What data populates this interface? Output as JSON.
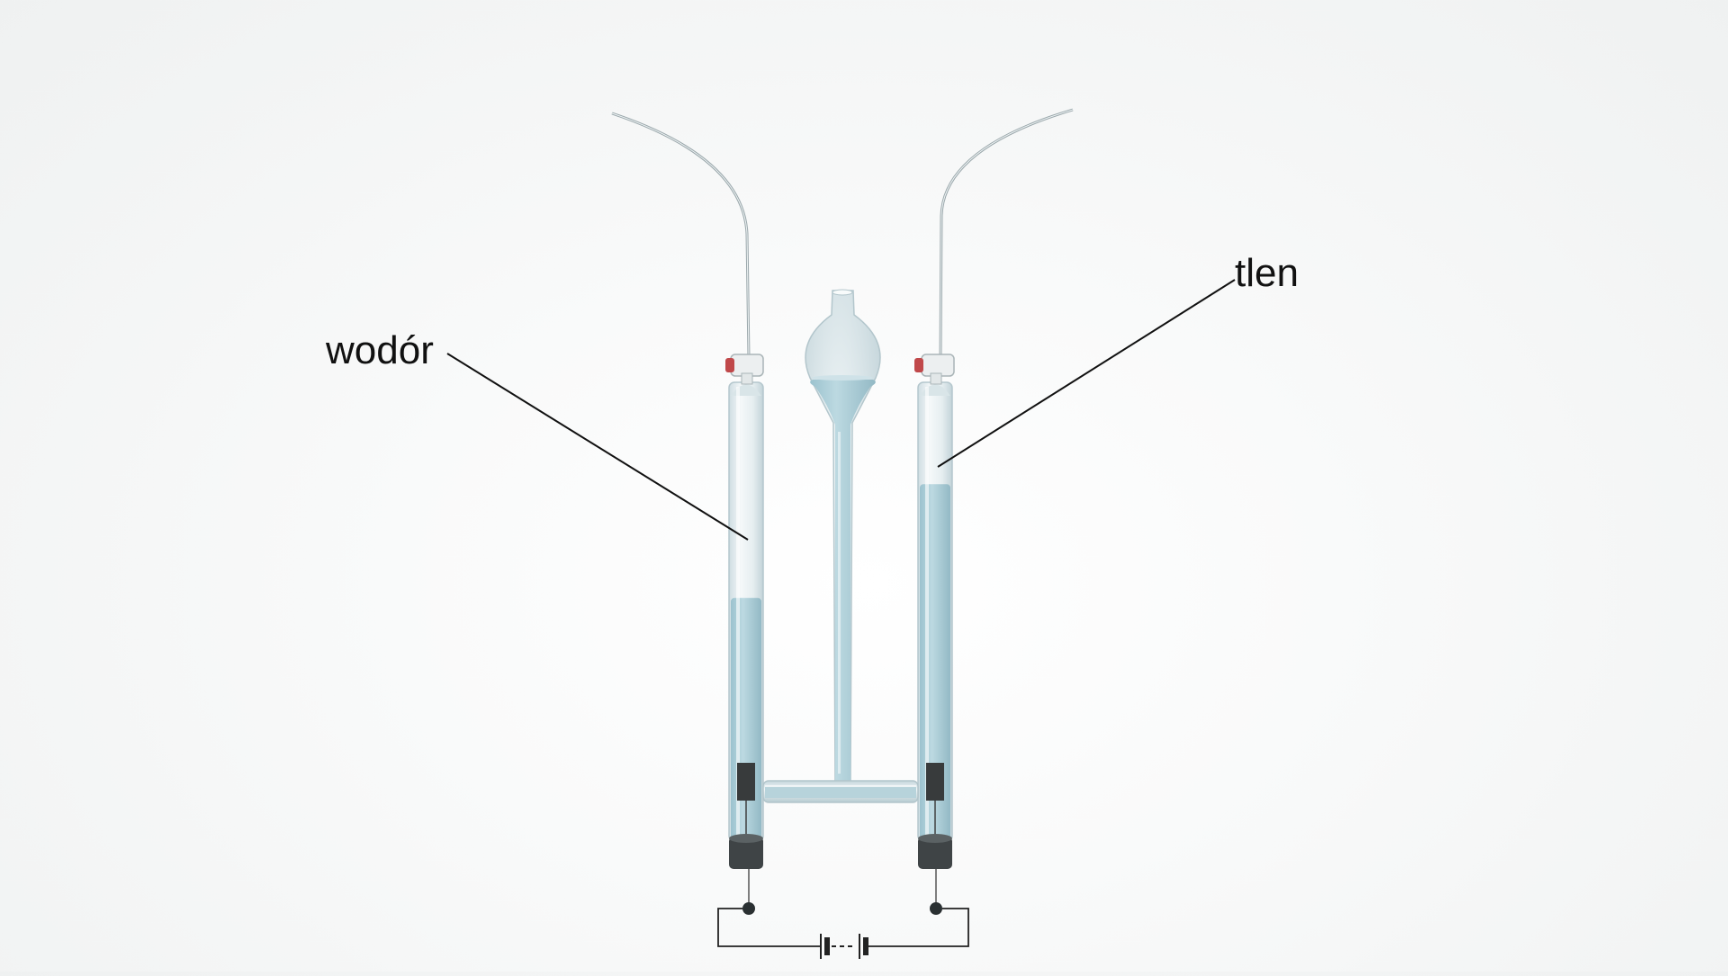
{
  "labels": {
    "hydrogen": "wodór",
    "oxygen": "tlen"
  },
  "apparatus": {
    "hydrogen_liquid_level_fraction": 0.53,
    "oxygen_liquid_level_fraction": 0.78,
    "colors": {
      "liquid": "#a9cdd8",
      "glass": "#e9f1f3",
      "glass_edge": "#b9cdd3",
      "electrode": "#3b3b3b",
      "stopper": "#3f4446",
      "valve_cap": "#c0484a",
      "wire": "#222222"
    }
  }
}
